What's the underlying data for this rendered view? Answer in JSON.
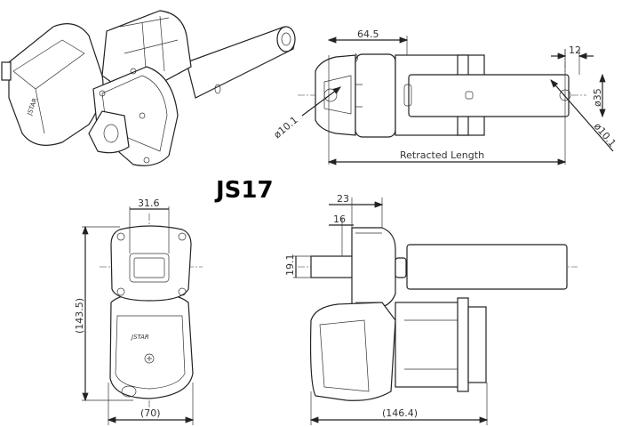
{
  "title": "JS17",
  "logo_text": "JSTAR",
  "dimensions": {
    "top_view": {
      "body_length": "64.5",
      "rod_end_offset": "12",
      "rod_diameter": "ø35",
      "rear_hole_diameter": "ø10.1",
      "front_hole_diameter": "ø10.1",
      "retracted_length": "Retracted Length"
    },
    "front_view": {
      "width_top": "31.6",
      "height": "(143.5)",
      "width": "(70)"
    },
    "side_view": {
      "offset_23": "23",
      "offset_16": "16",
      "shaft": "19.1",
      "overall": "(146.4)"
    }
  }
}
